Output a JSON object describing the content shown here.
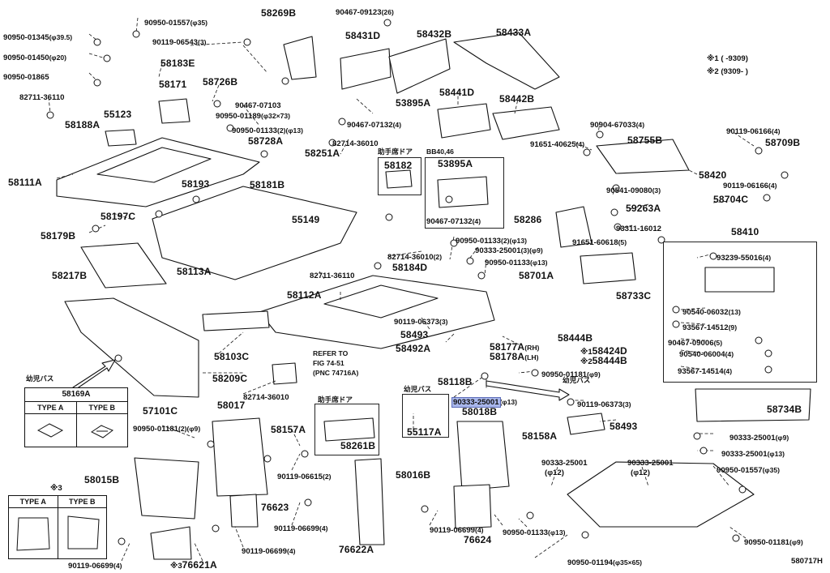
{
  "diagram_id": "580717H",
  "notes": {
    "n1": "※1 (      -9309)",
    "n2": "※2 (9309-      )",
    "n3": "※3"
  },
  "tables": {
    "t58169a": {
      "title": "58169A",
      "type_a": "TYPE A",
      "type_b": "TYPE B"
    },
    "t76621": {
      "type_a": "TYPE A",
      "type_b": "TYPE B"
    }
  },
  "arrows": {
    "youji1": "幼児バス",
    "youji2": "幼児バス",
    "youji3": "幼児バス"
  },
  "boxes": {
    "joshu1": "助手席ドア",
    "joshu1_code": "BB40,46",
    "joshu2": "助手席ドア",
    "refer1": "REFER TO",
    "refer2": "FIG 74-51",
    "refer3": "(PNC 74716A)"
  },
  "labels": [
    {
      "id": "p1",
      "t": "90950-01557",
      "s": "(φ35)"
    },
    {
      "id": "p2",
      "t": "58269B"
    },
    {
      "id": "p3",
      "t": "90467-09123",
      "s": "(26)"
    },
    {
      "id": "p4",
      "t": "90950-01345",
      "s": "(φ39.5)"
    },
    {
      "id": "p5",
      "t": "90119-06543",
      "s": "(3)"
    },
    {
      "id": "p6",
      "t": "58431D"
    },
    {
      "id": "p7",
      "t": "58432B"
    },
    {
      "id": "p8",
      "t": "58433A"
    },
    {
      "id": "p9",
      "t": "90950-01450",
      "s": "(φ20)"
    },
    {
      "id": "p10",
      "t": "58183E"
    },
    {
      "id": "p11",
      "t": "90950-01865"
    },
    {
      "id": "p12",
      "t": "58171"
    },
    {
      "id": "p13",
      "t": "58726B"
    },
    {
      "id": "p14",
      "t": "82711-36110"
    },
    {
      "id": "p15",
      "t": "90467-07103"
    },
    {
      "id": "p16",
      "t": "53895A"
    },
    {
      "id": "p17",
      "t": "58441D"
    },
    {
      "id": "p18",
      "t": "58442B"
    },
    {
      "id": "p19",
      "t": "55123"
    },
    {
      "id": "p20",
      "t": "90950-01189",
      "s": "(φ32×73)"
    },
    {
      "id": "p21",
      "t": "90467-07132",
      "s": "(4)"
    },
    {
      "id": "p22",
      "t": "90904-67033",
      "s": "(4)"
    },
    {
      "id": "p23",
      "t": "58188A"
    },
    {
      "id": "p24",
      "t": "90950-01133",
      "s": "(2)(φ13)"
    },
    {
      "id": "p25",
      "t": "91651-40625",
      "s": "(4)"
    },
    {
      "id": "p26",
      "t": "58755B"
    },
    {
      "id": "p27",
      "t": "90119-06166",
      "s": "(4)"
    },
    {
      "id": "p28",
      "t": "58728A"
    },
    {
      "id": "p29",
      "t": "82714-36010"
    },
    {
      "id": "p30",
      "t": "58709B"
    },
    {
      "id": "p31",
      "t": "58251A"
    },
    {
      "id": "p32",
      "t": "58111A"
    },
    {
      "id": "p33",
      "t": "58182"
    },
    {
      "id": "p34",
      "t": "53895A"
    },
    {
      "id": "p35",
      "t": "58420"
    },
    {
      "id": "p36",
      "t": "58193"
    },
    {
      "id": "p37",
      "t": "58181B"
    },
    {
      "id": "p38",
      "t": "90541-09080",
      "s": "(3)"
    },
    {
      "id": "p39",
      "t": "90119-06166",
      "s": "(4)"
    },
    {
      "id": "p40",
      "t": "58704C"
    },
    {
      "id": "p41",
      "t": "59263A"
    },
    {
      "id": "p42",
      "t": "58197C"
    },
    {
      "id": "p43",
      "t": "55149"
    },
    {
      "id": "p44",
      "t": "90467-07132",
      "s": "(4)"
    },
    {
      "id": "p45",
      "t": "58286"
    },
    {
      "id": "p46",
      "t": "93311-16012"
    },
    {
      "id": "p47",
      "t": "58410"
    },
    {
      "id": "p48",
      "t": "58179B"
    },
    {
      "id": "p49",
      "t": "90950-01133",
      "s": "(2)(φ13)"
    },
    {
      "id": "p50",
      "t": "91651-60618",
      "s": "(5)"
    },
    {
      "id": "p51",
      "t": "90333-25001",
      "s": "(3)(φ9)"
    },
    {
      "id": "p52",
      "t": "82714-36010",
      "s": "(2)"
    },
    {
      "id": "p53",
      "t": "90950-01133",
      "s": "(φ13)"
    },
    {
      "id": "p54",
      "t": "93239-55016",
      "s": "(4)"
    },
    {
      "id": "p55",
      "t": "58217B"
    },
    {
      "id": "p56",
      "t": "58113A"
    },
    {
      "id": "p57",
      "t": "58184D"
    },
    {
      "id": "p58",
      "t": "82711-36110"
    },
    {
      "id": "p59",
      "t": "58701A"
    },
    {
      "id": "p60",
      "t": "58733C"
    },
    {
      "id": "p61",
      "t": "58112A"
    },
    {
      "id": "p62",
      "t": "90540-06032",
      "s": "(13)"
    },
    {
      "id": "p63",
      "t": "90119-06373",
      "s": "(3)"
    },
    {
      "id": "p64",
      "t": "93567-14512",
      "s": "(9)"
    },
    {
      "id": "p65",
      "t": "58493"
    },
    {
      "id": "p66",
      "t": "58444B"
    },
    {
      "id": "p67",
      "t": "90467-09006",
      "s": "(5)"
    },
    {
      "id": "p68",
      "t": "58103C"
    },
    {
      "id": "p69",
      "t": "58177A",
      "s": "(RH)"
    },
    {
      "id": "p70",
      "t": "58178A",
      "s": "(LH)"
    },
    {
      "id": "p71",
      "t": "58424D",
      "pre": "※1"
    },
    {
      "id": "p72",
      "t": "58444B",
      "pre": "※2"
    },
    {
      "id": "p73",
      "t": "90540-06004",
      "s": "(4)"
    },
    {
      "id": "p74",
      "t": "58492A"
    },
    {
      "id": "p75",
      "t": "58209C"
    },
    {
      "id": "p76",
      "t": "90950-01181",
      "s": "(φ9)"
    },
    {
      "id": "p77",
      "t": "93567-14514",
      "s": "(4)"
    },
    {
      "id": "p78",
      "t": "58118B"
    },
    {
      "id": "p79",
      "t": "82714-36010"
    },
    {
      "id": "p80",
      "t": "57101C"
    },
    {
      "id": "p81",
      "t": "90333-25001",
      "s": "(φ13)",
      "hl": true
    },
    {
      "id": "p82",
      "t": "58018B"
    },
    {
      "id": "p83",
      "t": "90119-06373",
      "s": "(3)"
    },
    {
      "id": "p84",
      "t": "58017"
    },
    {
      "id": "p85",
      "t": "58734B"
    },
    {
      "id": "p86",
      "t": "58493"
    },
    {
      "id": "p87",
      "t": "58157A"
    },
    {
      "id": "p88",
      "t": "90950-01181",
      "s": "(2)(φ9)"
    },
    {
      "id": "p89",
      "t": "55117A"
    },
    {
      "id": "p90",
      "t": "58158A"
    },
    {
      "id": "p91",
      "t": "58261B"
    },
    {
      "id": "p92",
      "t": "90333-25001",
      "s": "(φ9)"
    },
    {
      "id": "p93",
      "t": "90119-06615",
      "s": "(2)"
    },
    {
      "id": "p94",
      "t": "90333-25001",
      "s": "(φ13)"
    },
    {
      "id": "p95",
      "t": "90333-25001"
    },
    {
      "id": "p96",
      "t": "(φ12)"
    },
    {
      "id": "p97",
      "t": "90333-25001"
    },
    {
      "id": "p98",
      "t": "(φ12)"
    },
    {
      "id": "p99",
      "t": "58015B"
    },
    {
      "id": "p100",
      "t": "58016B"
    },
    {
      "id": "p101",
      "t": "90950-01557",
      "s": "(φ35)"
    },
    {
      "id": "p102",
      "t": "76623"
    },
    {
      "id": "p103",
      "t": "90119-06699",
      "s": "(4)"
    },
    {
      "id": "p104",
      "t": "90119-06699",
      "s": "(4)"
    },
    {
      "id": "p105",
      "t": "90119-06699",
      "s": "(4)"
    },
    {
      "id": "p106",
      "t": "76624"
    },
    {
      "id": "p107",
      "t": "90950-01133",
      "s": "(φ13)"
    },
    {
      "id": "p108",
      "t": "76622A"
    },
    {
      "id": "p109",
      "t": "90950-01181",
      "s": "(φ9)"
    },
    {
      "id": "p110",
      "t": "90119-06699",
      "s": "(4)"
    },
    {
      "id": "p111",
      "t": "76621A",
      "pre": "※3"
    },
    {
      "id": "p112",
      "t": "90950-01194",
      "s": "(φ35×65)"
    }
  ]
}
